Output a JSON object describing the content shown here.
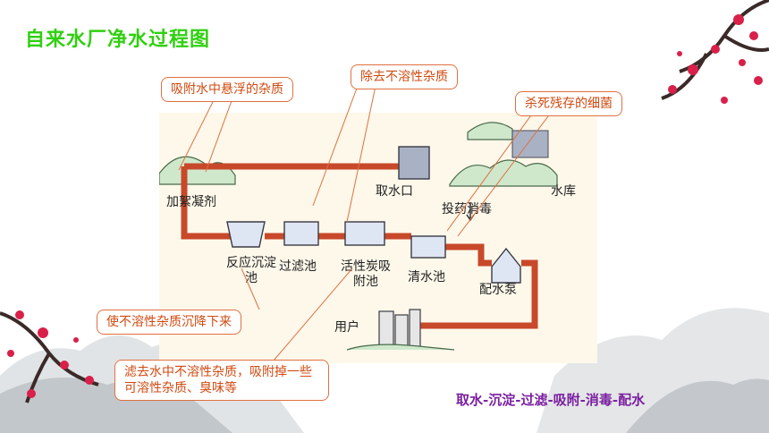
{
  "slide": {
    "title": "自来水厂净水过程图",
    "summary": "取水-沉淀-过滤-吸附-消毒-配水"
  },
  "callouts": [
    {
      "id": "adsorb-suspended",
      "text": "吸附水中悬浮的杂质"
    },
    {
      "id": "remove-insoluble",
      "text": "除去不溶性杂质"
    },
    {
      "id": "kill-bacteria",
      "text": "杀死残存的细菌"
    },
    {
      "id": "settle-insoluble",
      "text": "使不溶性杂质沉降下来"
    },
    {
      "id": "filter-adsorb",
      "text": "滤去水中不溶性杂质，吸附掉一些可溶性杂质、臭味等"
    }
  ],
  "diagram_labels": {
    "intake": "取水口",
    "reservoir": "水库",
    "coagulant": "加絮凝剂",
    "settling_tank": "反应沉淀池",
    "filter_tank": "过滤池",
    "carbon_tank": "活性炭吸附池",
    "disinfect": "投药消毒",
    "clear_tank": "清水池",
    "pump": "配水泵",
    "user": "用户"
  },
  "colors": {
    "title": "#30d010",
    "pipe": "#c8482a",
    "callout_border": "#e07040",
    "callout_text": "#d04a10",
    "summary": "#7a1fa0",
    "blossom": "#d8204a",
    "panel": "#fdf8ea"
  }
}
